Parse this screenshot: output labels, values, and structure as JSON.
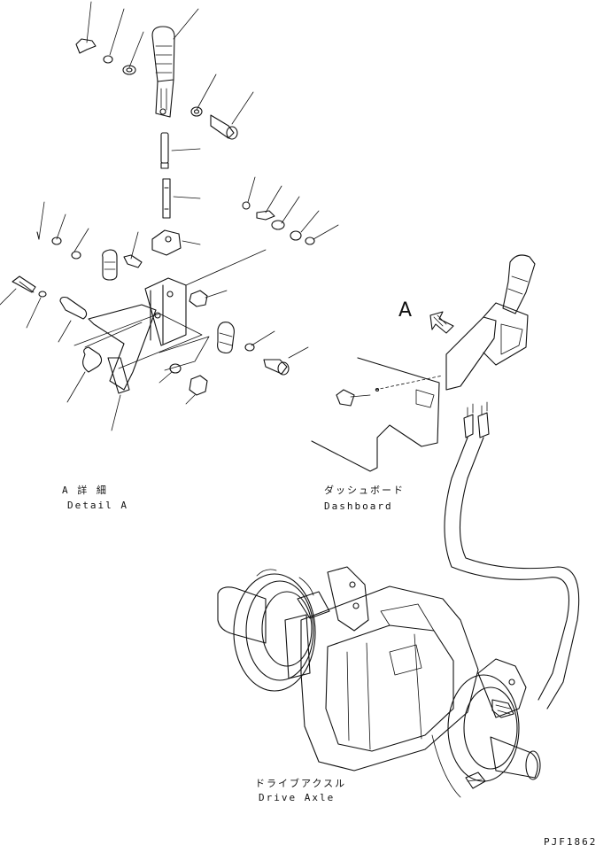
{
  "labels": {
    "view_letter": "A",
    "detail_jp": "A 詳 細",
    "detail_en": "Detail A",
    "dashboard_jp": "ダッシュボード",
    "dashboard_en": "Dashboard",
    "axle_jp": "ドライブアクスル",
    "axle_en": "Drive Axle",
    "drawing_code": "PJF1862"
  }
}
